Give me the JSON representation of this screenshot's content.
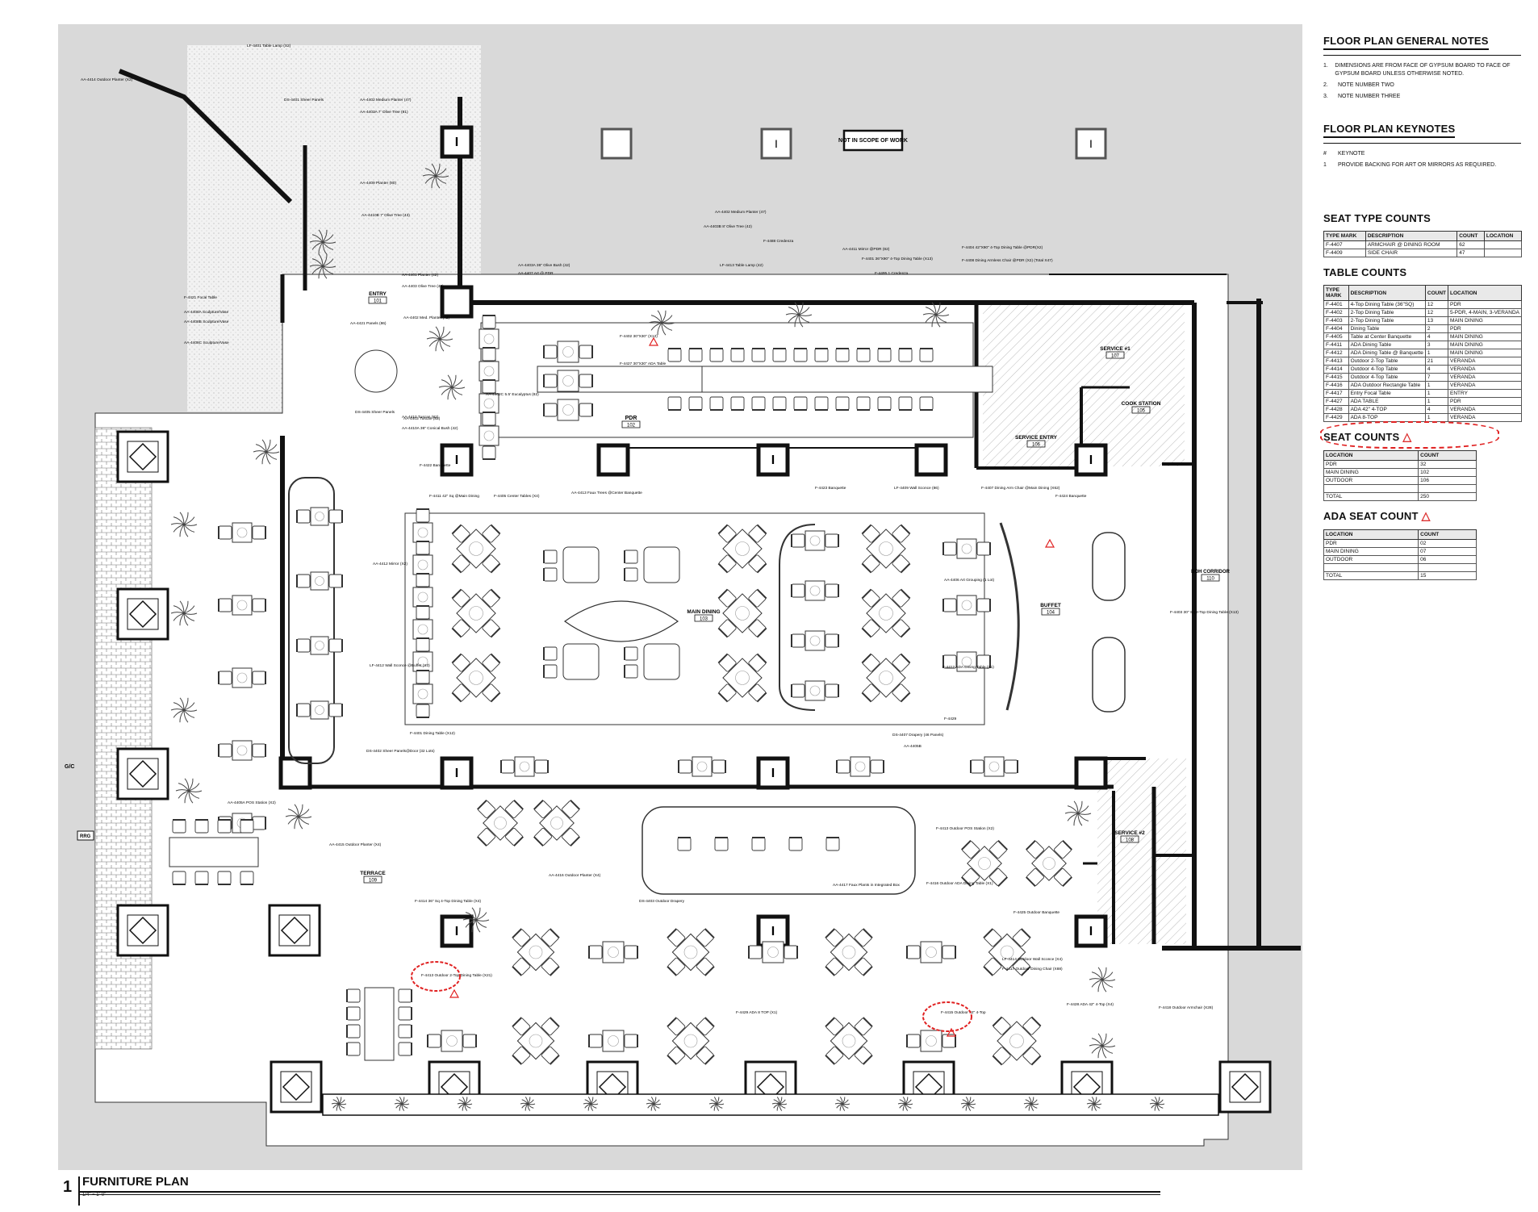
{
  "drawing": {
    "title": "FURNITURE PLAN",
    "number": "1",
    "scale": "1/4\" = 1'-0\""
  },
  "rooms": [
    {
      "name": "PDR",
      "number": "102"
    },
    {
      "name": "MAIN DINING",
      "number": "103"
    },
    {
      "name": "BUFFET",
      "number": "104"
    },
    {
      "name": "COOK STATION",
      "number": "105"
    },
    {
      "name": "SERVICE ENTRY",
      "number": "106"
    },
    {
      "name": "SERVICE #1",
      "number": "107"
    },
    {
      "name": "SERVICE #2",
      "number": "108"
    },
    {
      "name": "TERRACE",
      "number": "109"
    },
    {
      "name": "BOH CORRIDOR",
      "number": "110"
    },
    {
      "name": "ENTRY",
      "number": "101"
    }
  ],
  "callouts": {
    "not_in_scope": "NOT IN SCOPE OF WORK",
    "items": [
      "LF-4401 Table Lamp (S2)",
      "DS-4401 Sheer Panels",
      "AA-4402 Medium Planter (47)",
      "AA-4403A 7' Olive Tree (91)",
      "AA-4409 Planter (80)",
      "AA-4410B 7' Olive Tree (43)",
      "F-4421 Focal Table",
      "AA-4408A Sculpture/Vase",
      "AA-4408B Sculpture/Vase",
      "AA-4408C Sculpture/Vase",
      "AA-4401 Planter (42)",
      "AA-4403 Olive Tree (42)",
      "AA-4421 Panels (86)",
      "AA-4402 Med. Planter (42)",
      "AA-4403 Tuscan (82)",
      "AA-4403A 36\" Olive Bush (42)",
      "AA-4407 Art @ PDR",
      "AA-4402 Medium Planter (47)",
      "AA-4403B 8' Olive Tree (42)",
      "LF-4413 Table Lamp (42)",
      "F-4488 Credenza",
      "AA-4411 Mirror @PDR (82)",
      "F-4401 36\"X90\" 4-Top Dining Table (X13)",
      "F-4495.1 Credenza",
      "F-4404 42\"X90\" 4-Top Dining Table @PDR(X2)",
      "F-4408 Dining Armless Chair @PDR (X2) (Total X47)",
      "F-4402 30\"X30\" (X12)",
      "F-4427 30\"X30\" ADA Table",
      "AA-4402C 5.5' Eucalyptus (82)",
      "DS-4405 Sheer Panels",
      "AA-4410 Tuscan (82)",
      "AA-4410A 36\" Conical Bush (42)",
      "F-4422 Banquette",
      "F-4411 42\" Sq @Main Dining",
      "F-4405 Center Tables (X4)",
      "AA-4413 Faux Trees @Center Banquette",
      "F-4423 Banquette",
      "LF-4409 Wall Sconce (86)",
      "F-4407 Dining Arm Chair @Main Dining (X62)",
      "F-4424 Banquette",
      "AA-4412 Mirror (X2)",
      "AA-4406 Art Grouping (1 Lot)",
      "F-4403 30\" Sq 2-Top Dining Table (X13)",
      "LF-4412 Wall Sconce @Buffet (X3)",
      "F-4412 ADA Dining Table (X1)",
      "F-4429",
      "F-4401 Dining Table (X12)",
      "DS-4402 Sheer Panels@Door (32 Lots)",
      "DS-4407 Drapery (46 Panels)",
      "AA-4405B",
      "AA-4405A POS Station (X2)",
      "AA-4415 Outdoor Planter (X4)",
      "AA-4416 Outdoor Planter (X4)",
      "F-4413 Outdoor POS Station (X2)",
      "AA-4417 Faux Plants in Integrated Box",
      "F-4416 Outdoor ADA Dining Table (X1)",
      "F-4425 Outdoor Banquette",
      "F-4414 36\" Sq 4-Top Dining Table (X4)",
      "DS-4403 Outdoor Drapery",
      "LF-4414 Outdoor Wall Sconce (X4)",
      "F-4417 Outdoor Dining Chair (X88)",
      "F-4413 Outdoor 2-Top Dining Table (X21)",
      "F-4429 ADA 8 TOP (X1)",
      "F-4415 Outdoor 42\" 4-Top",
      "F-4428 ADA 42\" 4-Top (X4)",
      "F-4418 Outdoor Armchair (X28)",
      "AA-4414 Outdoor Planter (X2)"
    ]
  },
  "general_notes": {
    "title": "FLOOR PLAN GENERAL NOTES",
    "items": [
      {
        "num": "1.",
        "text": "DIMENSIONS ARE FROM FACE OF GYPSUM BOARD TO FACE OF GYPSUM BOARD UNLESS OTHERWISE NOTED."
      },
      {
        "num": "2.",
        "text": "NOTE NUMBER TWO"
      },
      {
        "num": "3.",
        "text": "NOTE NUMBER THREE"
      }
    ]
  },
  "keynotes": {
    "title": "FLOOR PLAN KEYNOTES",
    "items": [
      {
        "num": "#",
        "text": "KEYNOTE"
      },
      {
        "num": "1",
        "text": "PROVIDE BACKING FOR ART OR MIRRORS AS REQUIRED."
      }
    ]
  },
  "seat_type_counts": {
    "title": "SEAT TYPE COUNTS",
    "headers": [
      "TYPE MARK",
      "DESCRIPTION",
      "COUNT",
      "LOCATION"
    ],
    "rows": [
      [
        "F-4407",
        "ARMCHAIR @ DINING ROOM",
        "62",
        ""
      ],
      [
        "F-4409",
        "SIDE CHAIR",
        "47",
        ""
      ]
    ]
  },
  "table_counts": {
    "title": "TABLE COUNTS",
    "headers": [
      "TYPE MARK",
      "DESCRIPTION",
      "COUNT",
      "LOCATION"
    ],
    "rows": [
      [
        "F-4401",
        "4-Top Dining Table (36\"SQ)",
        "12",
        "PDR"
      ],
      [
        "F-4402",
        "2-Top Dining Table",
        "12",
        "5-PDR, 4-MAIN, 3-VERANDA"
      ],
      [
        "F-4403",
        "2-Top Dining Table",
        "13",
        "MAIN DINING"
      ],
      [
        "F-4404",
        "Dining Table",
        "2",
        "PDR"
      ],
      [
        "F-4405",
        "Table at Center Banquette",
        "4",
        "MAIN DINING"
      ],
      [
        "F-4411",
        "ADA Dining Table",
        "3",
        "MAIN DINING"
      ],
      [
        "F-4412",
        "ADA Dining Table @ Banquette",
        "1",
        "MAIN DINING"
      ],
      [
        "F-4413",
        "Outdoor 2-Top Table",
        "21",
        "VERANDA"
      ],
      [
        "F-4414",
        "Outdoor 4-Top Table",
        "4",
        "VERANDA"
      ],
      [
        "F-4415",
        "Outdoor 4-Top Table",
        "7",
        "VERANDA"
      ],
      [
        "F-4416",
        "ADA Outdoor Rectangle Table",
        "1",
        "VERANDA"
      ],
      [
        "F-4417",
        "Entry Focal Table",
        "1",
        "ENTRY"
      ],
      [
        "F-4427",
        "ADA TABLE",
        "1",
        "PDR"
      ],
      [
        "F-4428",
        "ADA 42\" 4-TOP",
        "4",
        "VERANDA"
      ],
      [
        "F-4429",
        "ADA 8-TOP",
        "1",
        "VERANDA"
      ]
    ]
  },
  "seat_counts": {
    "title": "SEAT COUNTS",
    "headers": [
      "LOCATION",
      "COUNT"
    ],
    "rows": [
      [
        "PDR",
        "32"
      ],
      [
        "MAIN DINING",
        "102"
      ],
      [
        "OUTDOOR",
        "106"
      ],
      [
        "",
        ""
      ],
      [
        "TOTAL",
        "250"
      ]
    ]
  },
  "ada_seat_count": {
    "title": "ADA SEAT COUNT",
    "headers": [
      "LOCATION",
      "COUNT"
    ],
    "rows": [
      [
        "PDR",
        "02"
      ],
      [
        "MAIN DINING",
        "07"
      ],
      [
        "OUTDOOR",
        "06"
      ],
      [
        "",
        ""
      ],
      [
        "TOTAL",
        "15"
      ]
    ]
  },
  "side_tags": [
    "G/C",
    "RRG"
  ],
  "colors": {
    "wall": "#111111",
    "paving": "#d9d9d9",
    "floor": "#ffffff",
    "revision_cloud": "#e02020"
  }
}
